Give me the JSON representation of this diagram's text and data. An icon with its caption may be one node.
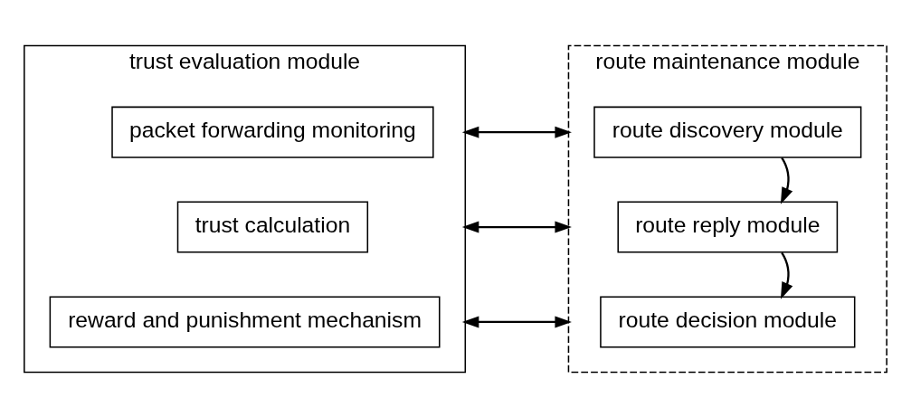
{
  "diagram": {
    "nodes": [
      {
        "text": [
          "trust evaluation module"
        ]
      },
      {
        "text": [
          "packet forwarding monitoring"
        ],
        "in": 0
      },
      {
        "text": [
          "trust calculation"
        ],
        "in": 0
      },
      {
        "text": [
          "reward and punishment mechanism"
        ],
        "in": 0
      },
      {
        "text": [
          "route maintenance module"
        ]
      },
      {
        "text": [
          "route discovery module"
        ],
        "in": 4
      },
      {
        "text": [
          "route reply module"
        ],
        "in": 4
      },
      {
        "text": [
          "route decision module"
        ],
        "in": 4
      }
    ],
    "edges": [
      {
        "from": 0,
        "to": 4,
        "arrow": "both"
      },
      {
        "from": 0,
        "to": 4,
        "arrow": "both"
      },
      {
        "from": 0,
        "to": 4,
        "arrow": "both"
      },
      {
        "from": 5,
        "to": 6,
        "arrow": "to"
      },
      {
        "from": 6,
        "to": 7,
        "arrow": "to"
      }
    ]
  }
}
